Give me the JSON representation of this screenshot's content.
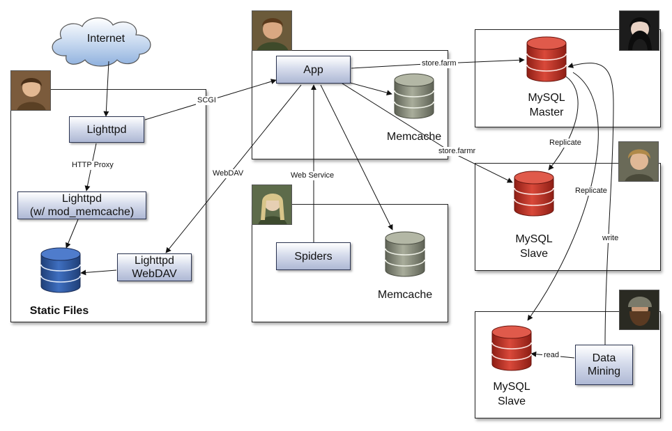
{
  "internet": {
    "label": "Internet"
  },
  "web_tier": {
    "lighttpd": "Lighttpd",
    "lighttpd_memcache": "Lighttpd\n(w/ mod_memcache)",
    "lighttpd_webdav": "Lighttpd\nWebDAV",
    "static_files": "Static Files"
  },
  "app_tier": {
    "app": "App",
    "memcache": "Memcache"
  },
  "spider_tier": {
    "spiders": "Spiders",
    "memcache": "Memcache"
  },
  "db_tier": {
    "master": "MySQL\nMaster",
    "slave1": "MySQL\nSlave",
    "slave2": "MySQL\nSlave",
    "data_mining": "Data\nMining"
  },
  "edges": {
    "scgi": "SCGI",
    "http_proxy": "HTTP Proxy",
    "webdav": "WebDAV",
    "web_service": "Web Service",
    "store_farm": "store.farm",
    "store_farmr": "store.farmr",
    "replicate1": "Replicate",
    "replicate2": "Replicate",
    "write": "write",
    "read": "read"
  },
  "colors": {
    "db_blue": "#2f5597",
    "db_red": "#c0392b",
    "db_gray": "#8c9080",
    "node_border": "#2a3350"
  },
  "avatars": [
    "person-avatar",
    "person-avatar",
    "person-avatar",
    "person-avatar",
    "person-avatar",
    "person-avatar"
  ]
}
